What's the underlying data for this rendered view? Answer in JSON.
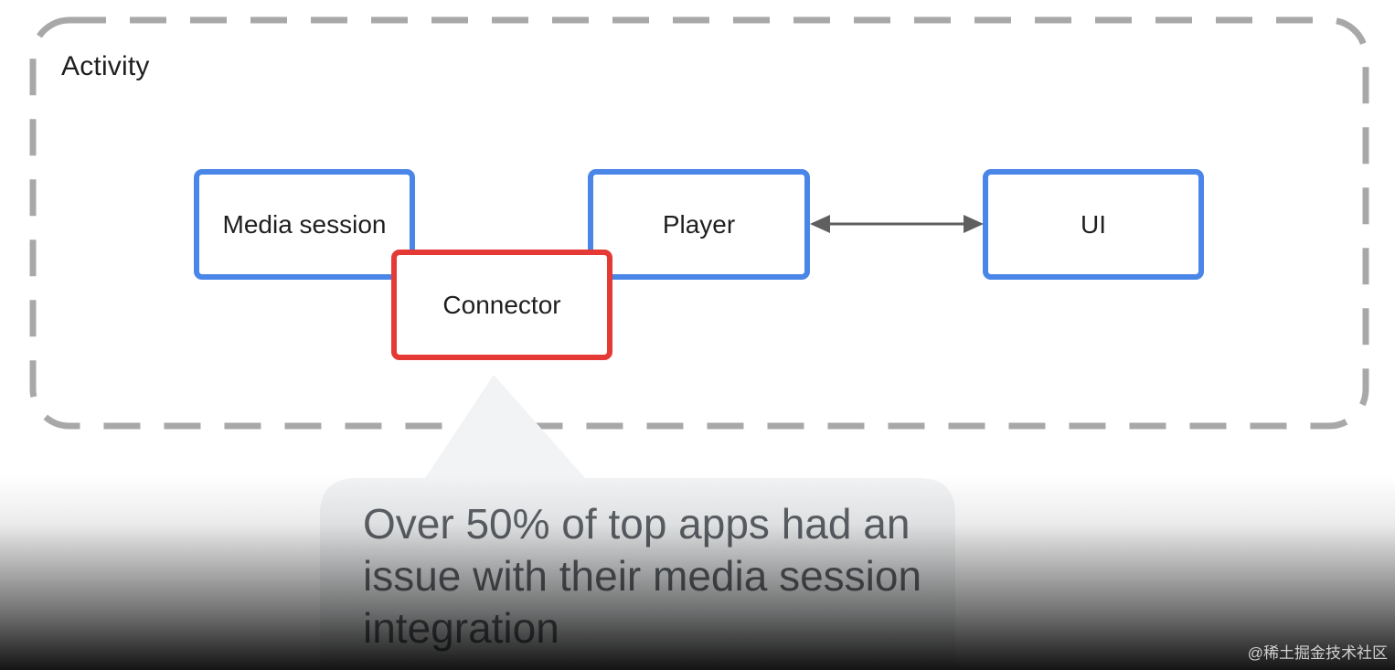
{
  "diagram": {
    "container_label": "Activity",
    "nodes": {
      "media_session": "Media session",
      "player": "Player",
      "ui": "UI",
      "connector": "Connector"
    }
  },
  "callout": {
    "text": "Over 50% of top apps had an issue with their media session integration"
  },
  "watermark": "@稀土掘金技术社区",
  "colors": {
    "component_border": "#4a86e8",
    "highlight_border": "#e53935",
    "dashed_frame": "#a8a8a8",
    "arrow": "#5f5f5f",
    "callout_bg": "#f1f3f4",
    "callout_text": "#5f6368"
  }
}
